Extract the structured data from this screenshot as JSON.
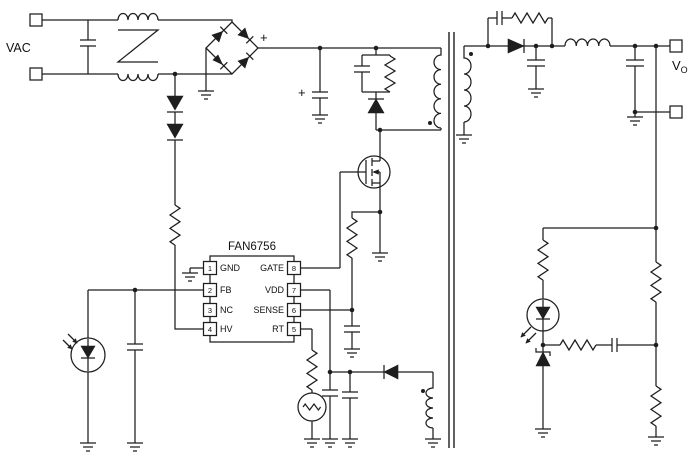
{
  "schematic": {
    "vac_label": "VAC",
    "vo_label": {
      "v": "V",
      "sub": "O"
    },
    "bridge_plus": "+",
    "bulk_plus": "+",
    "ic": {
      "title": "FAN6756",
      "left_pins": [
        {
          "num": "1",
          "name": "GND"
        },
        {
          "num": "2",
          "name": "FB"
        },
        {
          "num": "3",
          "name": "NC"
        },
        {
          "num": "4",
          "name": "HV"
        }
      ],
      "right_pins": [
        {
          "num": "8",
          "name": "GATE"
        },
        {
          "num": "7",
          "name": "VDD"
        },
        {
          "num": "6",
          "name": "SENSE"
        },
        {
          "num": "5",
          "name": "RT"
        }
      ]
    }
  }
}
